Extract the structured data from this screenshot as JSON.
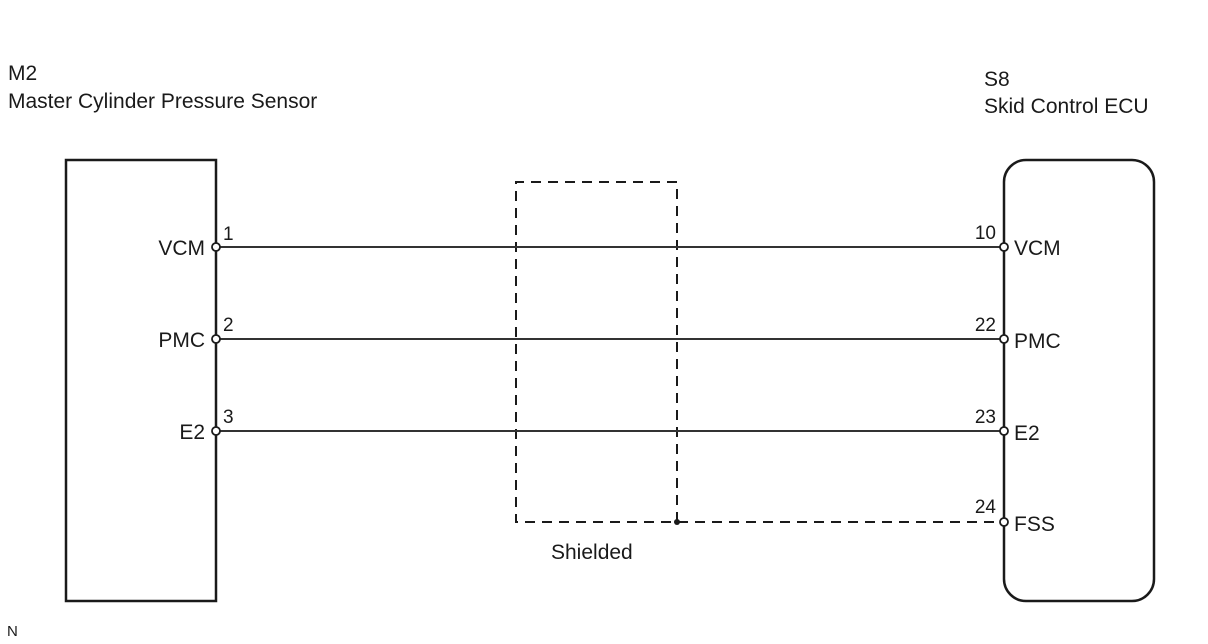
{
  "left_component": {
    "code": "M2",
    "name": "Master Cylinder Pressure Sensor"
  },
  "right_component": {
    "code": "S8",
    "name": "Skid Control ECU"
  },
  "wires": [
    {
      "left_signal": "VCM",
      "left_pin": "1",
      "right_pin": "10",
      "right_signal": "VCM"
    },
    {
      "left_signal": "PMC",
      "left_pin": "2",
      "right_pin": "22",
      "right_signal": "PMC"
    },
    {
      "left_signal": "E2",
      "left_pin": "3",
      "right_pin": "23",
      "right_signal": "E2"
    }
  ],
  "shield": {
    "label": "Shielded",
    "right_pin": "24",
    "right_signal": "FSS"
  },
  "corner_mark": "N"
}
